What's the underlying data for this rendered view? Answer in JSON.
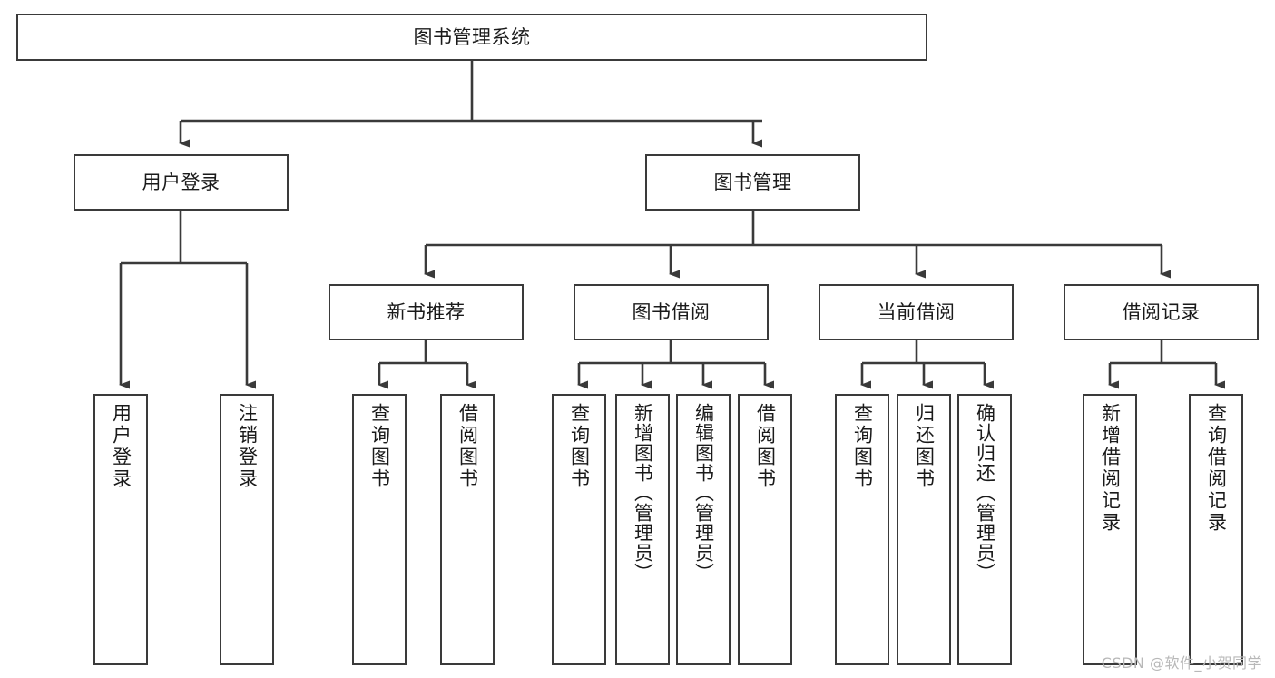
{
  "diagram": {
    "type": "tree",
    "title": "图书管理系统",
    "watermark": "CSDN @软件_小贺同学",
    "colors": {
      "box_border": "#3a3a3a",
      "box_fill": "#ffffff",
      "connector": "#3a3a3a",
      "text": "#1a1a1a",
      "watermark": "#b8b8b8"
    },
    "nodes": {
      "root": {
        "label": "图书管理系统"
      },
      "level2": [
        {
          "label": "用户登录"
        },
        {
          "label": "图书管理"
        }
      ],
      "level3": [
        {
          "label": "新书推荐"
        },
        {
          "label": "图书借阅"
        },
        {
          "label": "当前借阅"
        },
        {
          "label": "借阅记录"
        }
      ],
      "leaves": {
        "user_login": [
          {
            "label": "用户登录"
          },
          {
            "label": "注销登录"
          }
        ],
        "new_book": [
          {
            "label": "查询图书"
          },
          {
            "label": "借阅图书"
          }
        ],
        "borrow_book": [
          {
            "label": "查询图书"
          },
          {
            "label": "新增图书（管理员）"
          },
          {
            "label": "编辑图书（管理员）"
          },
          {
            "label": "借阅图书"
          }
        ],
        "current_borrow": [
          {
            "label": "查询图书"
          },
          {
            "label": "归还图书"
          },
          {
            "label": "确认归还（管理员）"
          }
        ],
        "borrow_record": [
          {
            "label": "新增借阅记录"
          },
          {
            "label": "查询借阅记录"
          }
        ]
      }
    }
  }
}
